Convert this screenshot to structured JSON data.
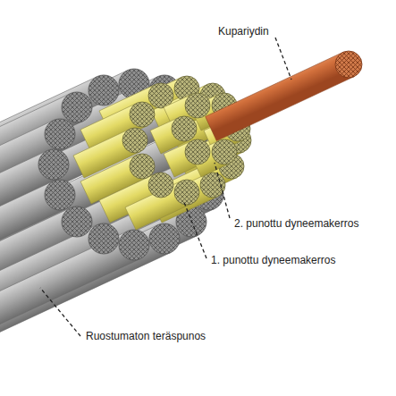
{
  "diagram": {
    "labels": [
      "Kupariydin",
      "2. punottu dyneemakerros",
      "1. punottu dyneemakerros",
      "Ruostumaton teräspunos"
    ]
  }
}
